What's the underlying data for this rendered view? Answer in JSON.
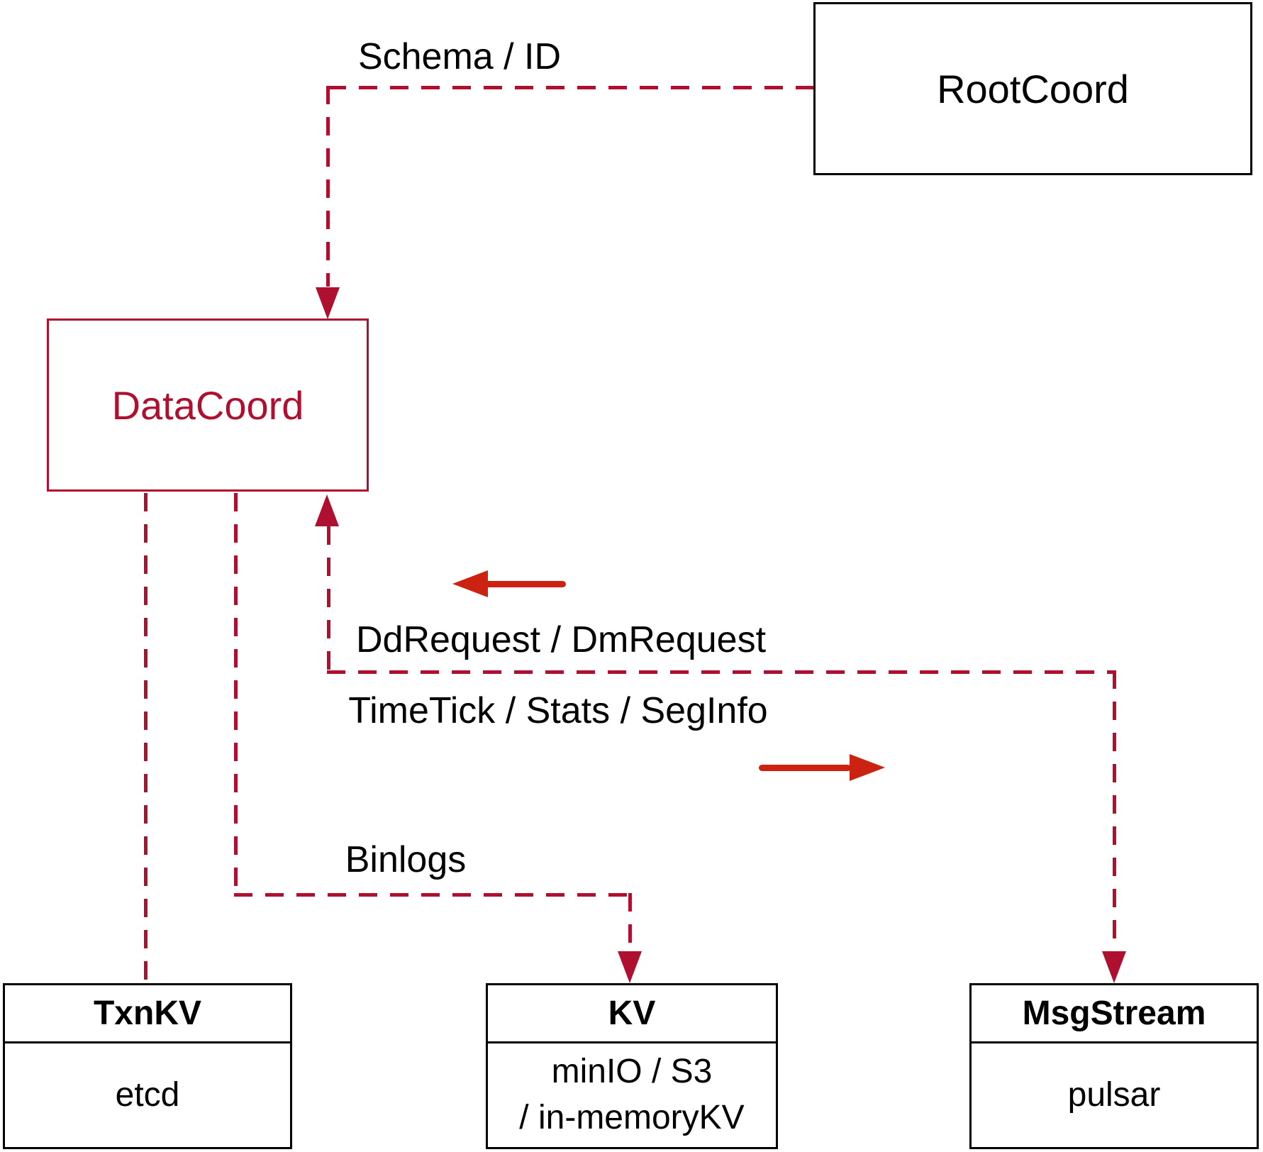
{
  "colors": {
    "crimson": "#b01030",
    "red": "#cc2211",
    "text": "#000000",
    "bg": "#ffffff"
  },
  "nodes": {
    "rootcoord": {
      "label": "RootCoord"
    },
    "datacoord": {
      "label": "DataCoord"
    },
    "txnkv": {
      "title": "TxnKV",
      "body": "etcd"
    },
    "kv": {
      "title": "KV",
      "body_line1": "minIO / S3",
      "body_line2": "/ in-memoryKV"
    },
    "msgstream": {
      "title": "MsgStream",
      "body": "pulsar"
    }
  },
  "edges": {
    "schema_id": {
      "label": "Schema / ID"
    },
    "dd_dm_request": {
      "label": "DdRequest / DmRequest"
    },
    "timetick_stats_seginfo": {
      "label": "TimeTick / Stats / SegInfo"
    },
    "binlogs": {
      "label": "Binlogs"
    }
  }
}
